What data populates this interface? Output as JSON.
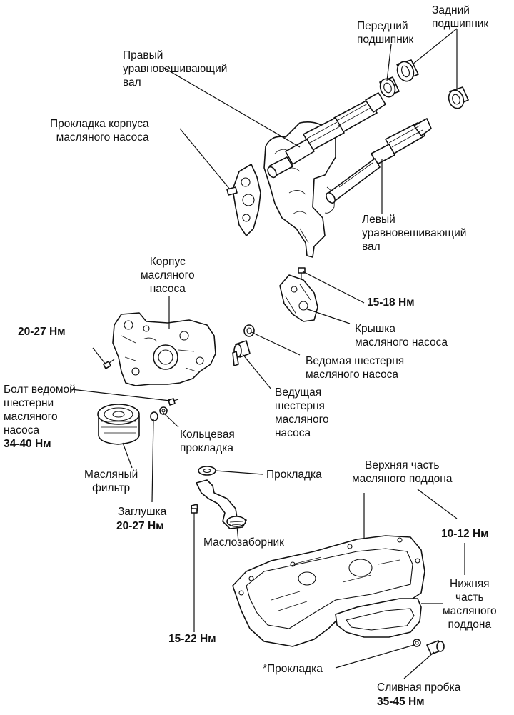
{
  "labels": {
    "rear_bearing": "Задний\nподшипник",
    "front_bearing": "Передний\nподшипник",
    "right_shaft": "Правый\nуравновешивающий\nвал",
    "pump_gasket": "Прокладка корпуса\nмасляного насоса",
    "left_shaft": "Левый\nуравновешивающий\nвал",
    "pump_body": "Корпус\nмасляного\nнасоса",
    "pump_cover": "Крышка\nмасляного насоса",
    "driven_gear": "Ведомая шестерня\nмасляного насоса",
    "drive_gear": "Ведущая\nшестерня\nмасляного\nнасоса",
    "gear_bolt": "Болт ведомой\nшестерни\nмасляного\nнасоса",
    "o_ring": "Кольцевая\nпрокладка",
    "oil_filter": "Масляный\nфильтр",
    "plug": "Заглушка",
    "gasket": "Прокладка",
    "oil_strainer": "Маслозаборник",
    "upper_pan": "Верхняя часть\nмасляного поддона",
    "lower_pan": "Нижняя\nчасть\nмасляного\nподдона",
    "drain_gasket": "*Прокладка",
    "drain_plug": "Сливная пробка"
  },
  "torques": {
    "cover_bolt": "15-18 Нм",
    "body_bolt": "20-27 Нм",
    "gear_bolt": "34-40 Нм",
    "plug": "20-27 Нм",
    "upper_pan": "10-12 Нм",
    "strainer_bolt": "15-22 Нм",
    "drain_plug": "35-45 Нм"
  },
  "icons": [
    "bearing-icon",
    "shaft-icon",
    "gasket-icon",
    "pump-body-icon",
    "pump-cover-icon",
    "gear-icon",
    "bolt-icon",
    "oil-filter-icon",
    "strainer-icon",
    "oil-pan-icon",
    "drain-plug-icon"
  ]
}
